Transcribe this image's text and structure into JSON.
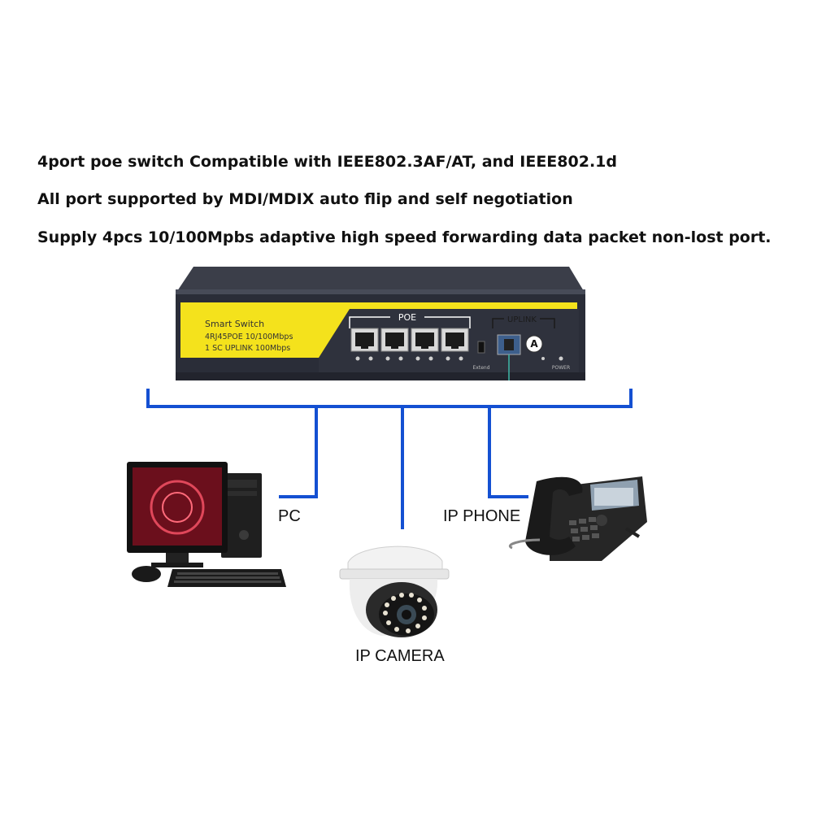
{
  "features": [
    "4port poe switch Compatible with IEEE802.3AF/AT, and IEEE802.1d",
    "All port supported by MDI/MDIX auto flip and self negotiation",
    "Supply 4pcs 10/100Mpbs adaptive high speed forwarding data packet non-lost port."
  ],
  "switch": {
    "name": "Smart Switch",
    "spec_line1": "4RJ45POE 10/100Mbps",
    "spec_line2": "1 SC UPLINK 100Mbps",
    "poe_label": "POE",
    "uplink_label": "UPLINK",
    "extend_label": "Extend",
    "power_label": "POWER",
    "uplink_port_letter": "A",
    "accent_color": "#f4e21c",
    "body_color": "#2a2d38"
  },
  "devices": {
    "pc_label": "PC",
    "phone_label": "IP PHONE",
    "camera_label": "IP CAMERA"
  },
  "link_color": "#1450d2"
}
